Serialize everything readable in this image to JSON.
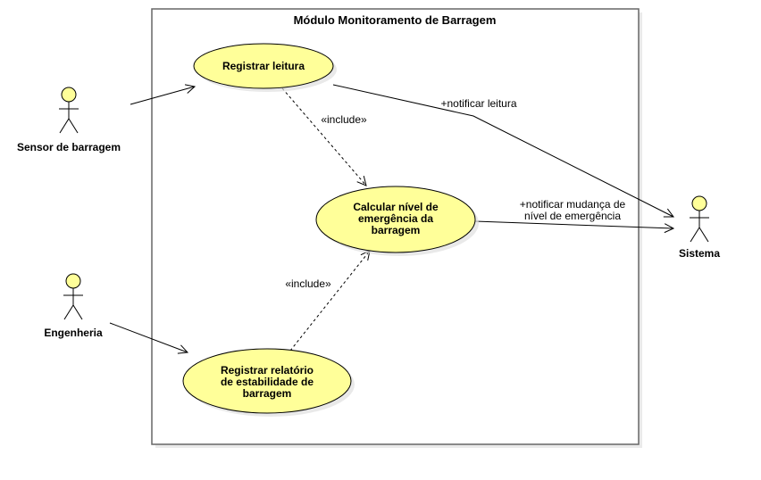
{
  "diagram": {
    "system_boundary": {
      "title": "Módulo Monitoramento de Barragem"
    },
    "actors": {
      "sensor": {
        "name": "Sensor de barragem"
      },
      "engenharia": {
        "name": "Engenheria"
      },
      "sistema": {
        "name": "Sistema"
      }
    },
    "use_cases": {
      "registrar_leitura": {
        "lines": [
          "Registrar leitura"
        ]
      },
      "calcular_nivel": {
        "lines": [
          "Calcular nível de",
          "emergência da",
          "barragem"
        ]
      },
      "registrar_relatorio": {
        "lines": [
          "Registrar relatório",
          "de estabilidade de",
          "barragem"
        ]
      }
    },
    "relationships": {
      "include_top": {
        "label": "«include»"
      },
      "include_bottom": {
        "label": "«include»"
      },
      "notify_reading": {
        "label": "+notificar leitura"
      },
      "notify_change": {
        "lines": [
          "+notificar mudança de",
          "nível de emergência"
        ]
      }
    },
    "colors": {
      "actor_fill": "#ffff99",
      "usecase_fill": "#ffff99",
      "stroke": "#000000",
      "boundary_stroke": "#666666",
      "shadow": "#d9d9d9"
    }
  }
}
